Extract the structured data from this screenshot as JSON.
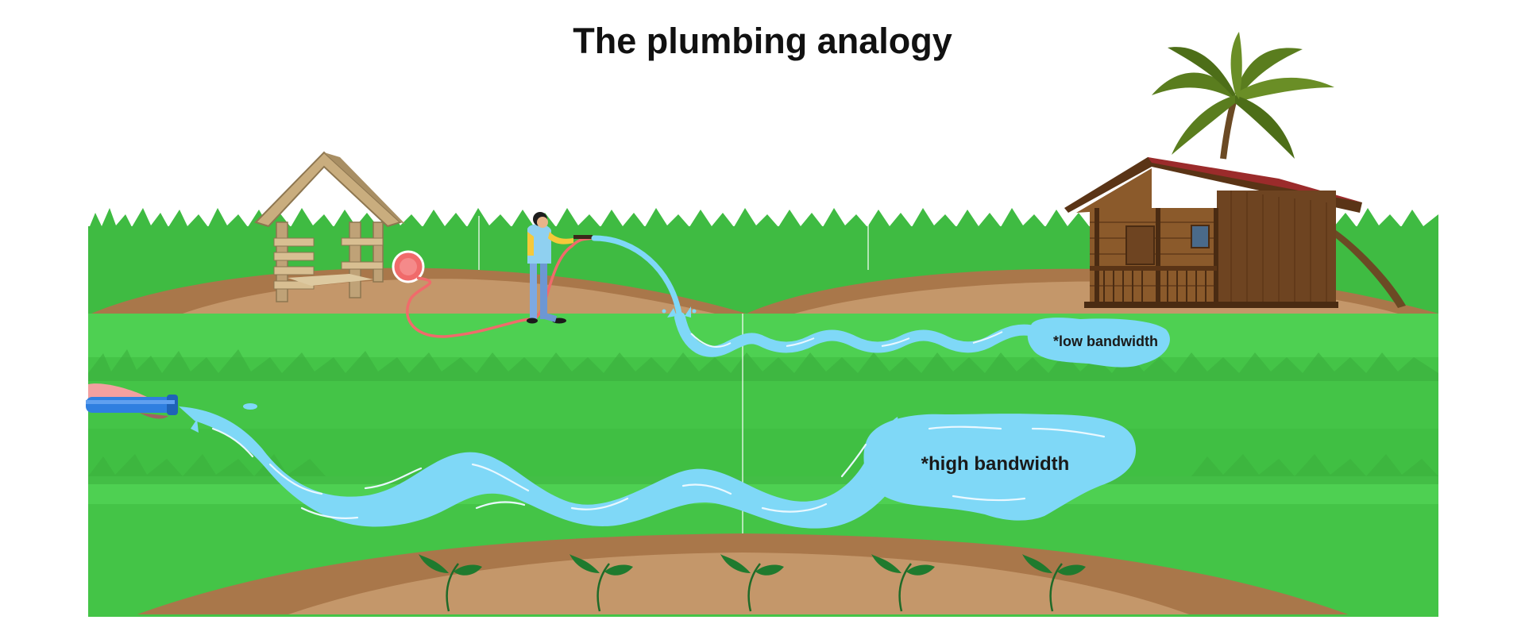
{
  "title": "The plumbing analogy",
  "labels": {
    "low_bandwidth": "*low bandwidth",
    "high_bandwidth": "*high bandwidth"
  },
  "colors": {
    "grass_dark": "#3cb83e",
    "grass_light": "#4cce50",
    "soil_dark": "#a9774a",
    "soil_light": "#c4976a",
    "water": "#7fd8f7",
    "hose_pink": "#f06b6b",
    "hose_blue": "#2f7fe0",
    "wood": "#7a4f2a",
    "palm": "#5a7d1e",
    "sprout": "#1f7a2e"
  }
}
